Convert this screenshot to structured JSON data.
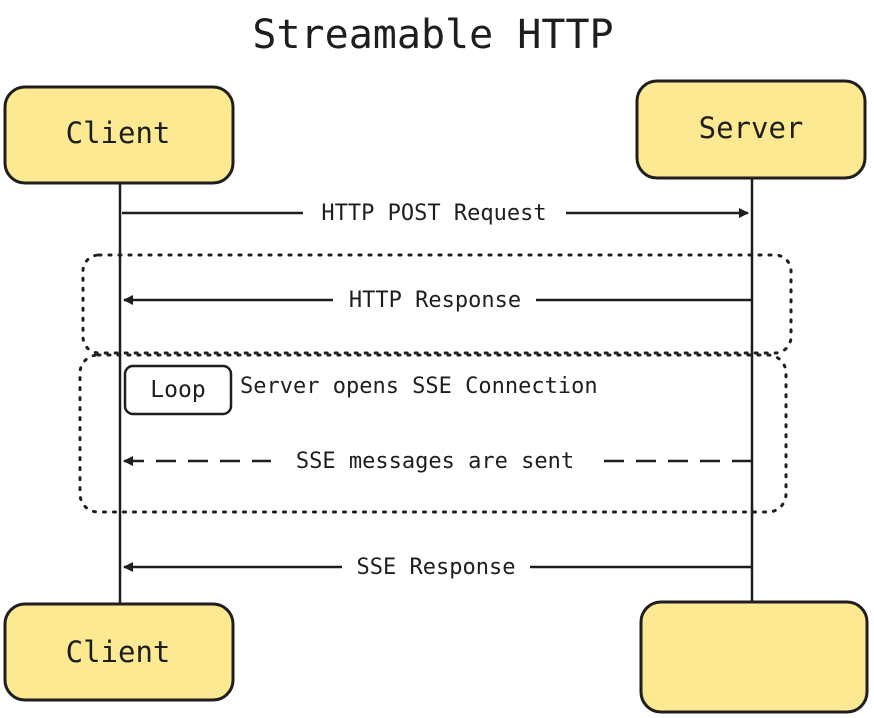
{
  "title": "Streamable HTTP",
  "actors": {
    "client_top": "Client",
    "server_top": "Server",
    "client_bottom": "Client",
    "server_bottom": ""
  },
  "messages": {
    "http_post_request": "HTTP POST Request",
    "http_response": "HTTP Response",
    "sse_messages": "SSE messages are sent",
    "sse_response": "SSE Response"
  },
  "loop": {
    "tag": "Loop",
    "condition": "Server opens SSE Connection"
  },
  "colors": {
    "actor_fill": "#fde992",
    "stroke": "#1e1e1e",
    "background": "#ffffff"
  }
}
